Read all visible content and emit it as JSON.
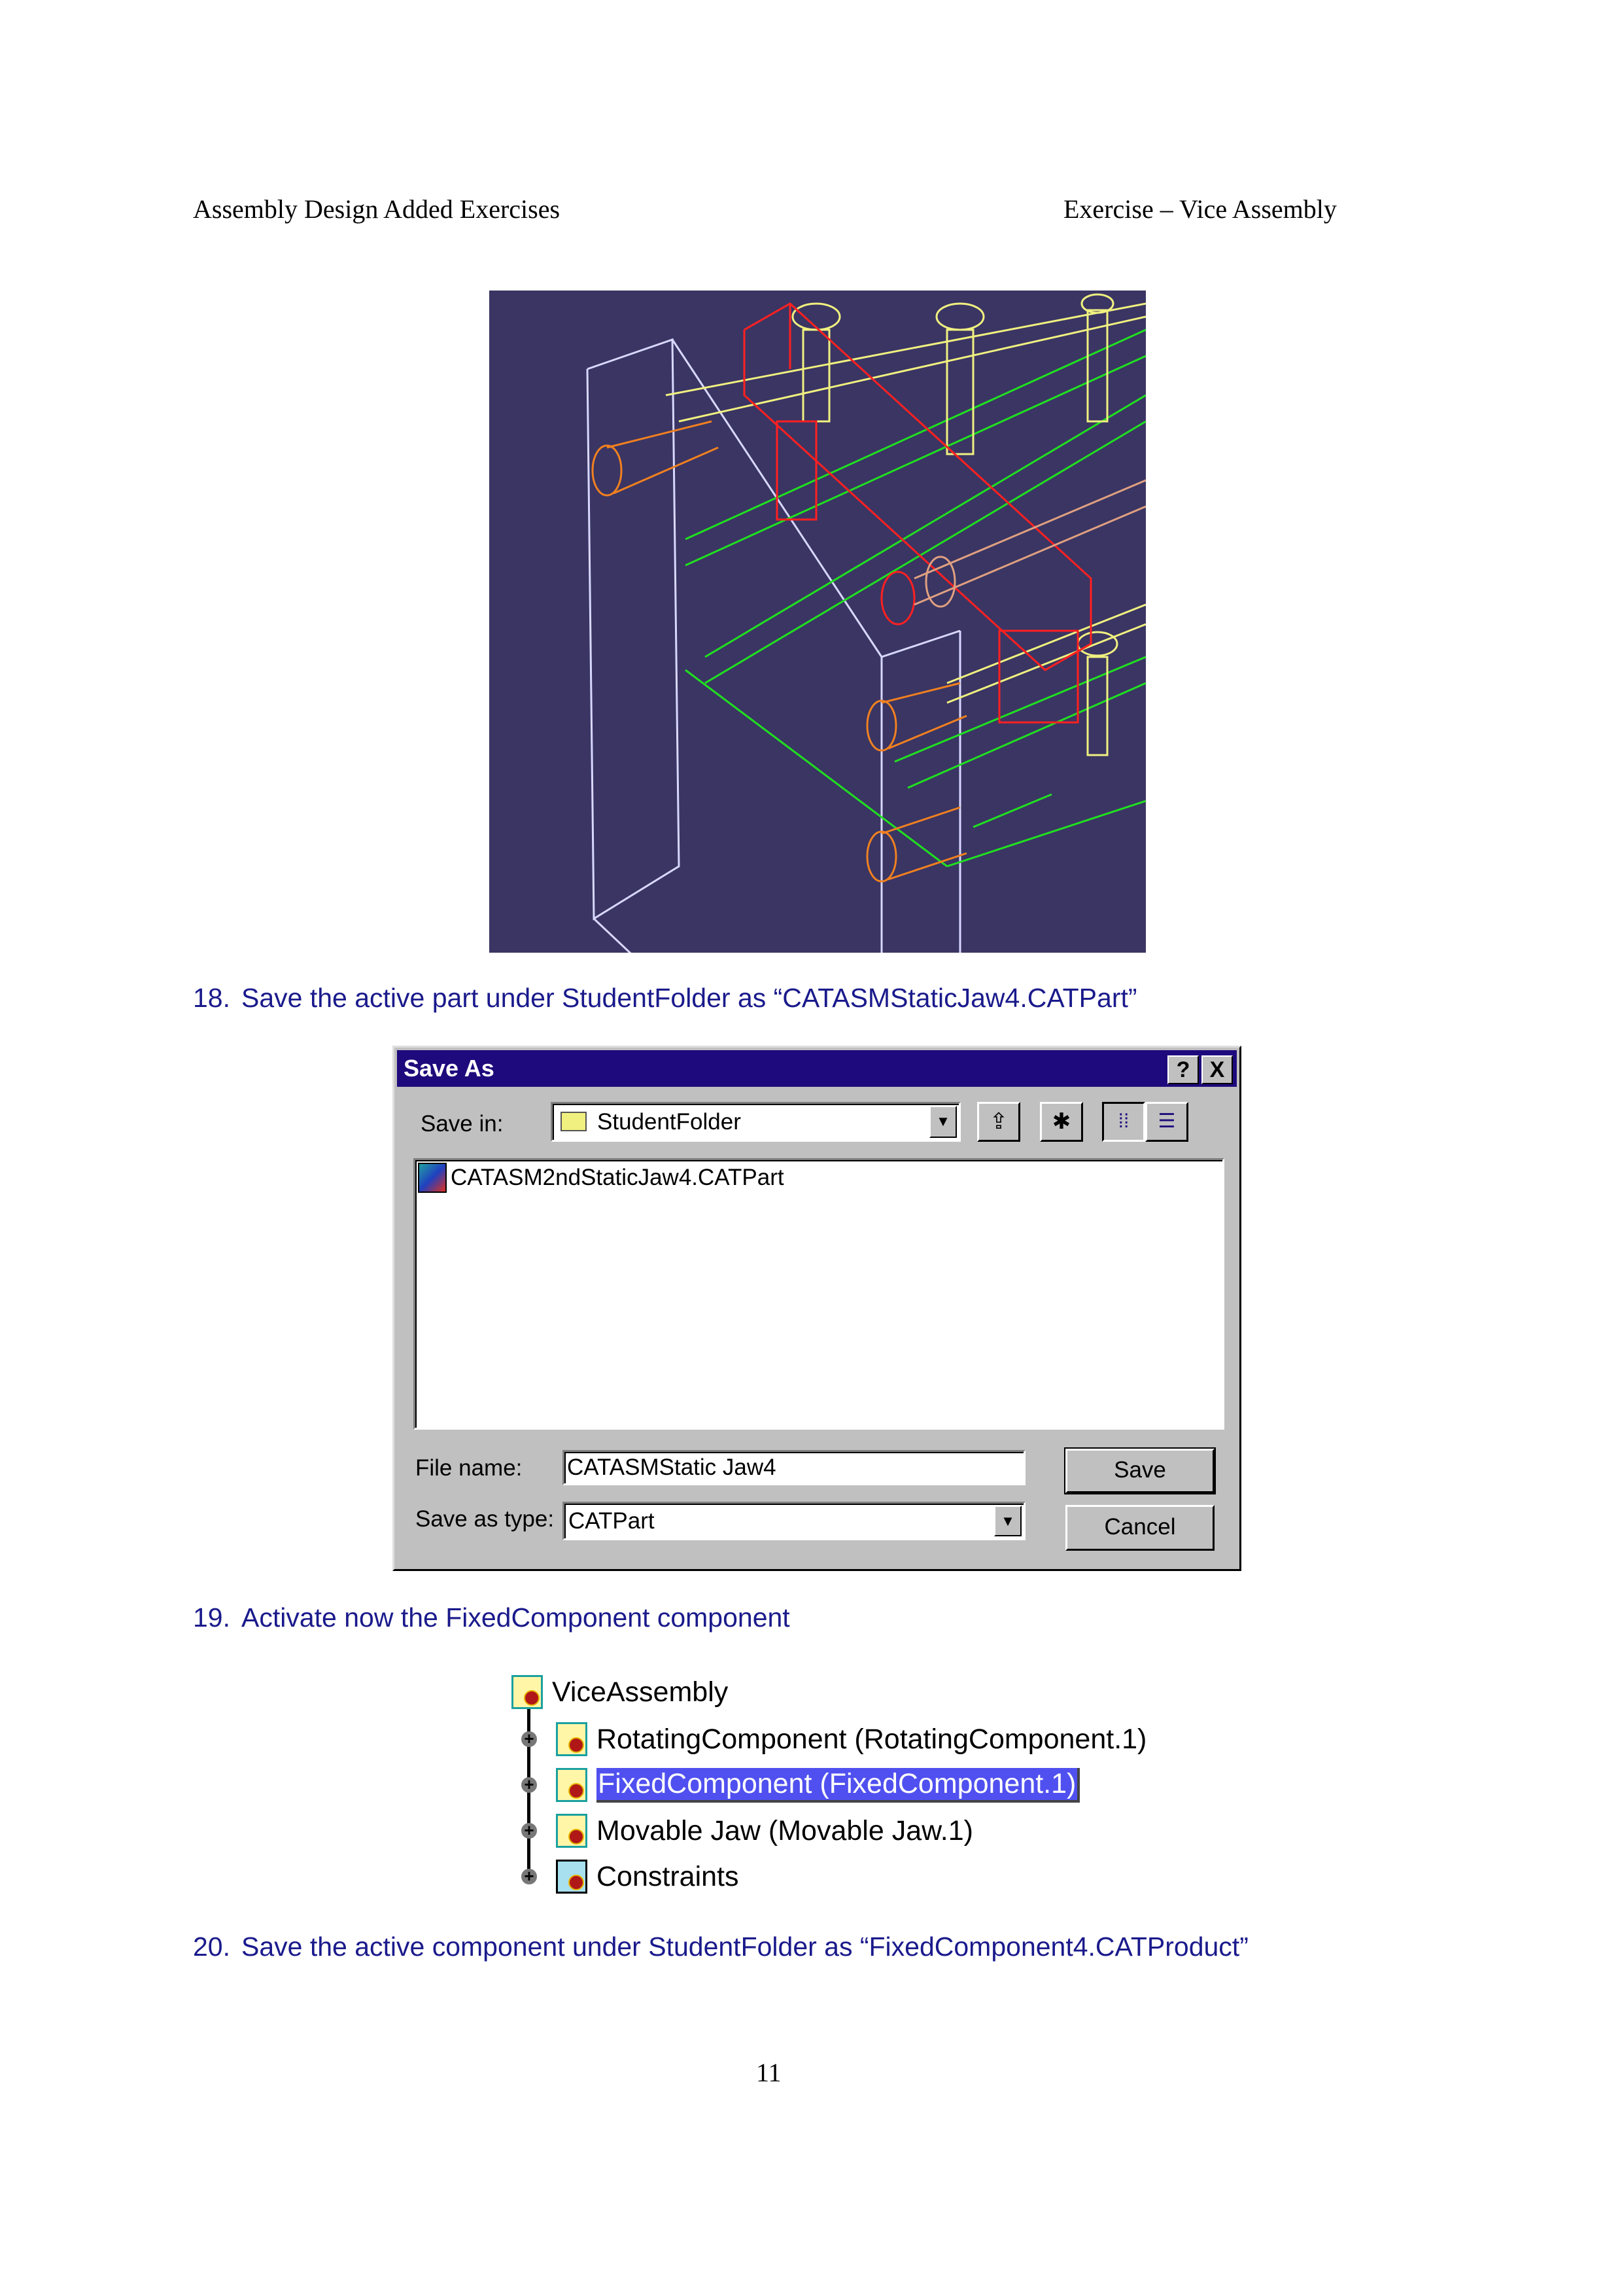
{
  "header": {
    "left": "Assembly Design Added Exercises",
    "right": "Exercise – Vice Assembly"
  },
  "steps": [
    {
      "num": "18.",
      "text": "Save the active part under StudentFolder as “CATASMStaticJaw4.CATPart”"
    },
    {
      "num": "19.",
      "text": "Activate now the FixedComponent component"
    },
    {
      "num": "20.",
      "text": "Save the active component under StudentFolder as “FixedComponent4.CATProduct”"
    }
  ],
  "dialog": {
    "title": "Save As",
    "help_label": "?",
    "close_label": "X",
    "save_in_label": "Save in:",
    "save_in_value": "StudentFolder",
    "files": [
      "CATASM2ndStaticJaw4.CATPart"
    ],
    "file_name_label": "File name:",
    "file_name_value": "CATASMStatic Jaw4",
    "save_as_type_label": "Save as type:",
    "save_as_type_value": "CATPart",
    "save_button": "Save",
    "cancel_button": "Cancel"
  },
  "tree": {
    "root": "ViceAssembly",
    "items": [
      {
        "label": "RotatingComponent (RotatingComponent.1)",
        "selected": false
      },
      {
        "label": "FixedComponent (FixedComponent.1)",
        "selected": true
      },
      {
        "label": "Movable Jaw (Movable Jaw.1)",
        "selected": false
      },
      {
        "label": "Constraints",
        "selected": false
      }
    ]
  },
  "page_number": "11"
}
